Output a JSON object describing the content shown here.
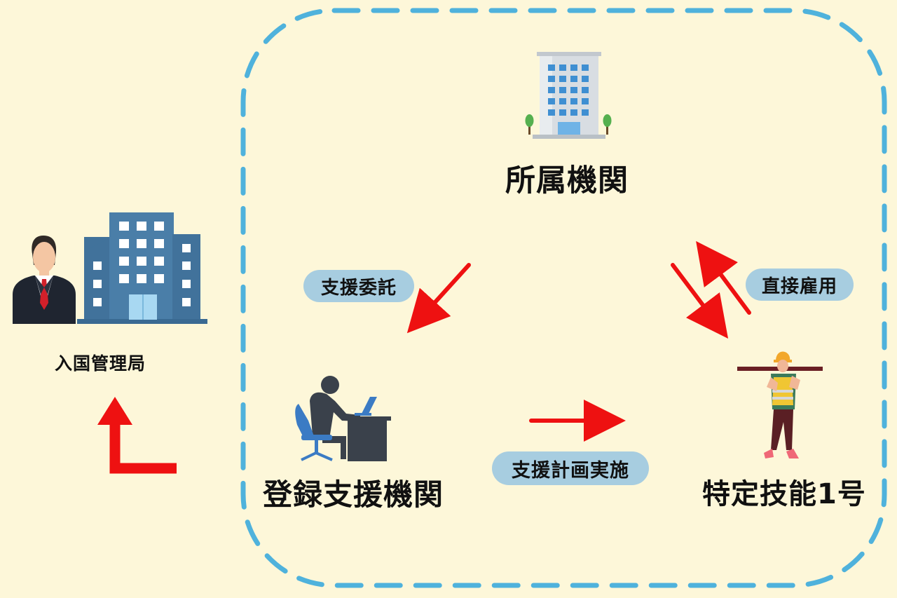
{
  "nodes": {
    "immigration": "入国管理局",
    "affiliate": "所属機関",
    "support_org": "登録支援機関",
    "worker": "特定技能1号"
  },
  "relations": {
    "support_entrust": "支援委託",
    "direct_employment": "直接雇用",
    "support_plan": "支援計画実施"
  },
  "colors": {
    "background": "#fdf7d9",
    "dashed_boundary": "#4fb2dc",
    "arrow": "#ee1111",
    "pill": "#a7cde0"
  }
}
